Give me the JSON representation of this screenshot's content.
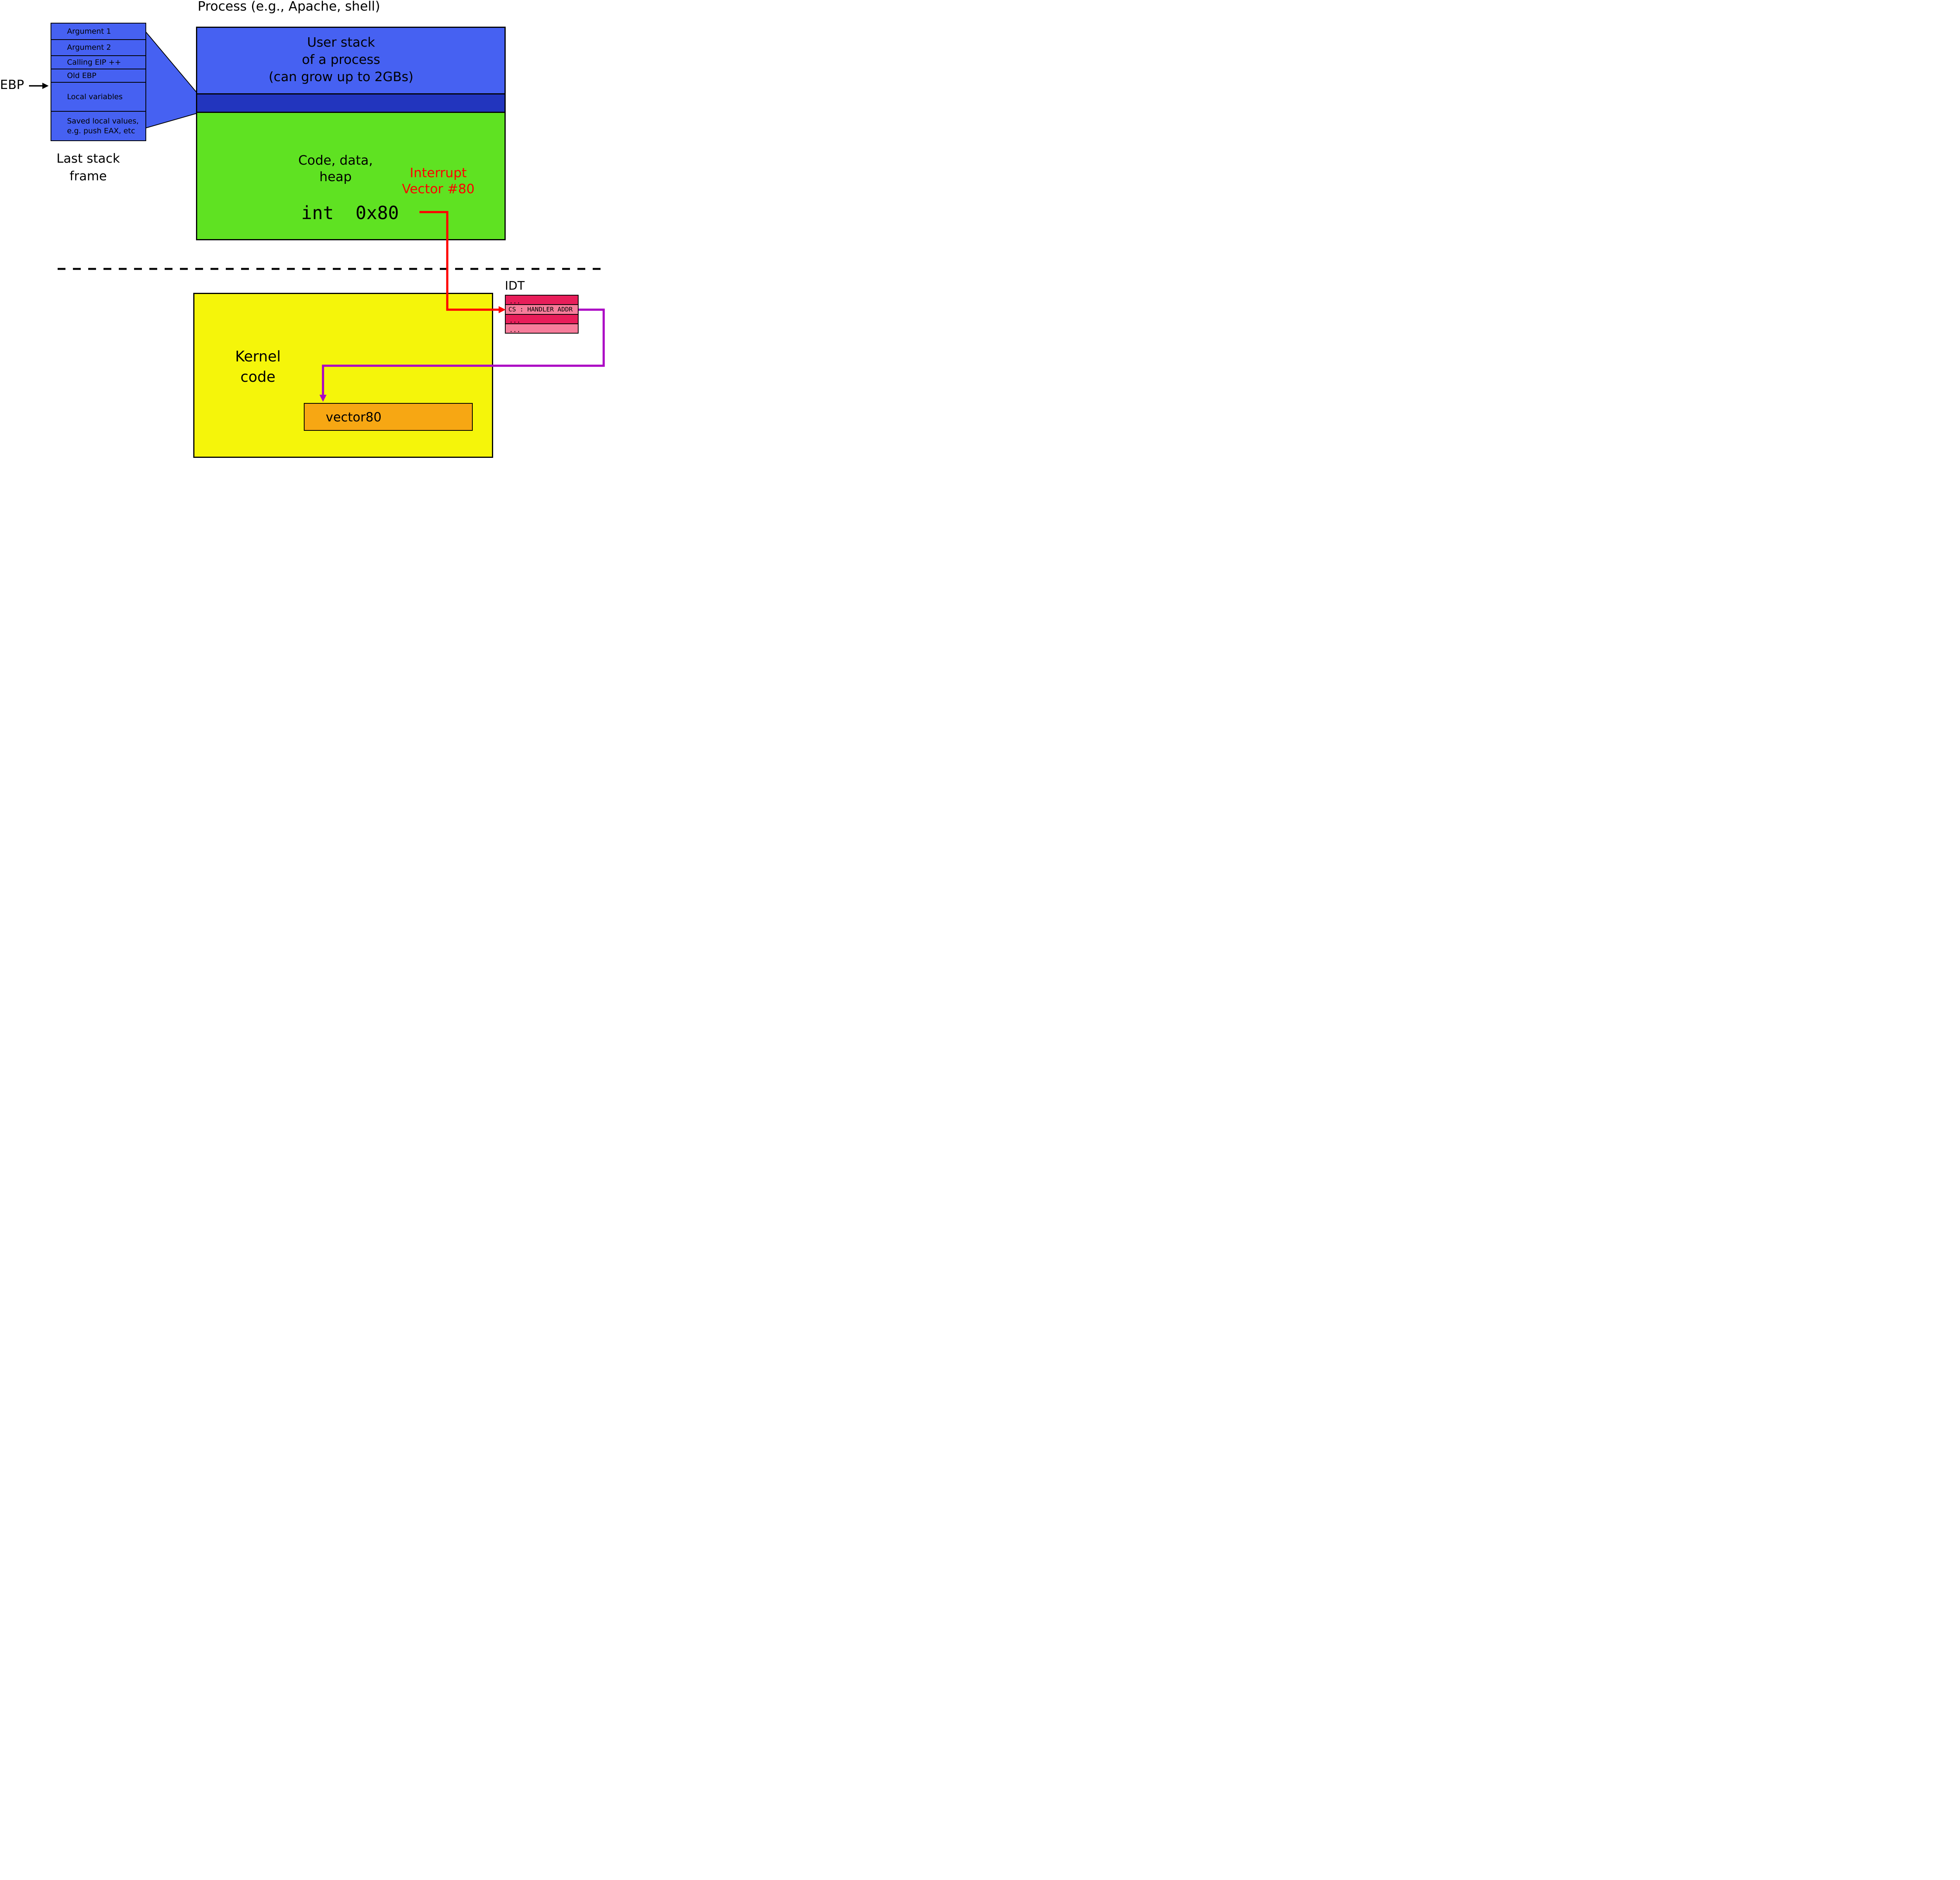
{
  "title": "Process (e.g., Apache, shell)",
  "colors": {
    "stack_blue": "#4661f2",
    "divider_blue": "#2235be",
    "heap_green": "#5fe222",
    "kernel_yellow": "#f5f50a",
    "handler_orange": "#f7a713",
    "idt_crimson": "#e81e5a",
    "idt_pink": "#f77d9b",
    "arrow_red": "#ff0000",
    "arrow_purple": "#ab04c4",
    "line_black": "#000000"
  },
  "stack_frame": {
    "pointer_label": "EBP",
    "caption": "Last stack\nframe",
    "rows": [
      {
        "label": "Argument 1"
      },
      {
        "label": "Argument 2"
      },
      {
        "label": "Calling EIP ++"
      },
      {
        "label": "Old EBP"
      },
      {
        "label": "Local variables"
      },
      {
        "label": "Saved local values,\ne.g. push EAX, etc"
      }
    ]
  },
  "process_memory": {
    "user_stack_label": "User stack\nof a process\n(can grow up to 2GBs)",
    "code_heap_label": "Code, data,\nheap",
    "interrupt_label": "Interrupt\nVector #80",
    "syscall_instruction": "int  0x80"
  },
  "kernel": {
    "label": "Kernel\ncode",
    "handler_box_label": "vector80"
  },
  "idt": {
    "title": "IDT",
    "rows": [
      {
        "text": "..."
      },
      {
        "text": "CS : HANDLER ADDR"
      },
      {
        "text": "..."
      },
      {
        "text": "..."
      }
    ]
  }
}
